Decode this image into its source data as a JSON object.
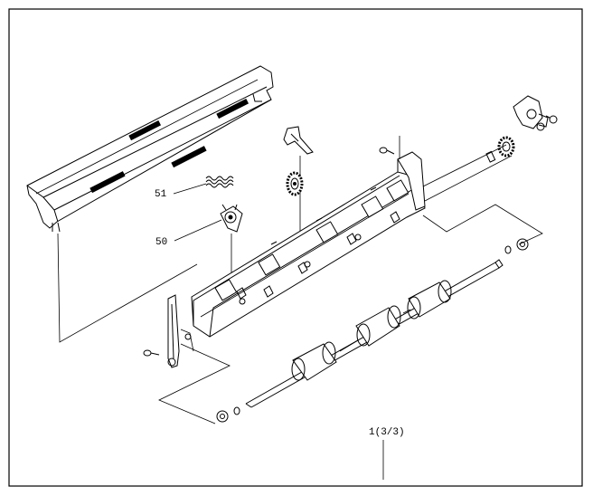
{
  "callouts": {
    "part_51": "51",
    "part_50": "50",
    "assembly_ref": "1(3/3)"
  },
  "parts": [
    {
      "name": "upper-guide-cover-icon"
    },
    {
      "name": "spring-51-icon"
    },
    {
      "name": "gear-bracket-50-icon"
    },
    {
      "name": "frame-assembly-icon"
    },
    {
      "name": "roller-shaft-icon"
    },
    {
      "name": "gear-icon"
    },
    {
      "name": "bushing-icon"
    },
    {
      "name": "e-ring-icon"
    }
  ]
}
